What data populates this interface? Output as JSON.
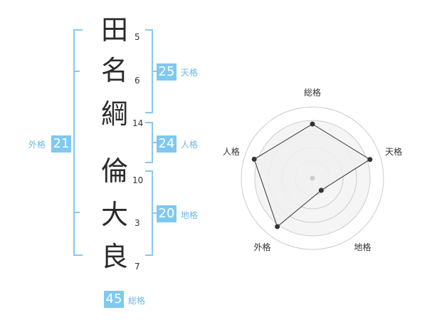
{
  "name": {
    "chars": [
      "田",
      "名",
      "綱",
      "倫",
      "大",
      "良"
    ],
    "strokes": [
      "5",
      "6",
      "14",
      "10",
      "3",
      "7"
    ]
  },
  "fortunes": {
    "gaikaku": {
      "label": "外格",
      "value": "21"
    },
    "tenkaku": {
      "label": "天格",
      "value": "25"
    },
    "jinkaku": {
      "label": "人格",
      "value": "24"
    },
    "chikaku": {
      "label": "地格",
      "value": "20"
    },
    "soukaku": {
      "label": "総格",
      "value": "45"
    }
  },
  "colors": {
    "accent": "#7ec9f1",
    "accent_text": "#6fb6e6",
    "bracket": "#88c8ee"
  },
  "chart_data": {
    "type": "radar",
    "axes": [
      "総格",
      "天格",
      "地格",
      "外格",
      "人格"
    ],
    "values": [
      0.76,
      0.85,
      0.21,
      0.84,
      0.86
    ],
    "range": [
      0,
      1
    ],
    "rings": 4,
    "fill": "#f0f0f0",
    "stroke": "#333333"
  }
}
